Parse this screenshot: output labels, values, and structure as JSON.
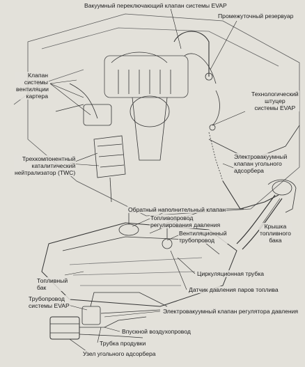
{
  "labels": {
    "vacuum_switch_valve": "Вакуумный переключающий клапан системы EVAP",
    "intermediate_reservoir": "Промежуточный резервуар",
    "pcv_valve_l1": "Клапан",
    "pcv_valve_l2": "системы",
    "pcv_valve_l3": "вентиляции",
    "pcv_valve_l4": "картера",
    "service_port_l1": "Технологический",
    "service_port_l2": "штуцер",
    "service_port_l3": "системы EVAP",
    "twc_l1": "Трехкомпонентный",
    "twc_l2": "каталитический",
    "twc_l3": "нейтрализатор (TWC)",
    "canister_vsv_l1": "Электровакуумный",
    "canister_vsv_l2": "клапан угольного",
    "canister_vsv_l3": "адсорбера",
    "fill_check_valve": "Обратный наполнительный клапан",
    "pressure_line_l1": "Топливопровод",
    "pressure_line_l2": "регулирования давления",
    "vent_line_l1": "Вентиляционный",
    "vent_line_l2": "трубопровод",
    "filler_cap_l1": "Крышка",
    "filler_cap_l2": "топливного",
    "filler_cap_l3": "бака",
    "circulation_tube": "Циркуляционная трубка",
    "fuel_tank_l1": "Топливный",
    "fuel_tank_l2": "бак",
    "vapor_pressure_sensor": "Датчик давления паров топлива",
    "evap_line_l1": "Трубопровод",
    "evap_line_l2": "системы EVAP",
    "pressure_vsv": "Электровакуумный клапан регулятора давления",
    "air_inlet": "Впускной воздухопровод",
    "purge_tube": "Трубка продувки",
    "canister_assembly": "Узел угольного адсорбера"
  }
}
